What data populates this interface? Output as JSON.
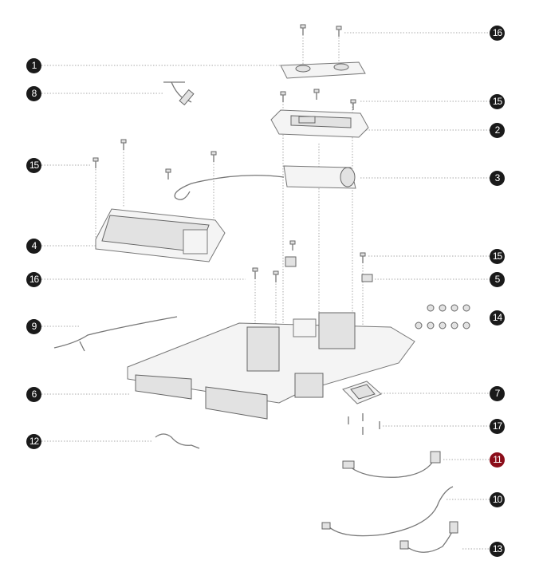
{
  "diagram": {
    "title": "Exploded parts view",
    "highlight_color": "#8b0d1a",
    "callouts_left": [
      {
        "label": "1"
      },
      {
        "label": "8"
      },
      {
        "label": "15"
      },
      {
        "label": "4"
      },
      {
        "label": "16"
      },
      {
        "label": "9"
      },
      {
        "label": "6"
      },
      {
        "label": "12"
      }
    ],
    "callouts_right": [
      {
        "label": "16"
      },
      {
        "label": "15"
      },
      {
        "label": "2"
      },
      {
        "label": "3"
      },
      {
        "label": "15"
      },
      {
        "label": "5"
      },
      {
        "label": "14"
      },
      {
        "label": "7"
      },
      {
        "label": "17"
      },
      {
        "label": "11",
        "highlighted": true
      },
      {
        "label": "10"
      },
      {
        "label": "13"
      }
    ]
  }
}
